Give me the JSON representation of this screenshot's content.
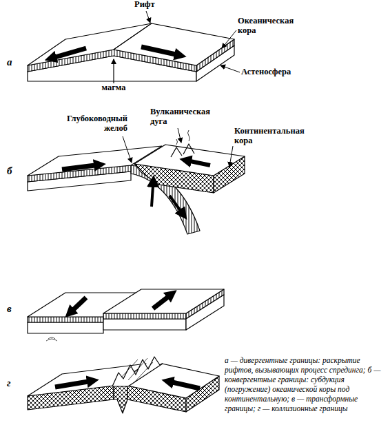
{
  "diagram": {
    "caption": "а — дивергентные границы: раскрытие рифтов, вызывающих процесс спрединга; б — конвергентные границы: субдукция (погружение) океанической коры под континентальную; в — трансформные границы; г — коллизионные границы",
    "labels": [
      "Рифт",
      "Океаническая кора",
      "а",
      "магма",
      "Астеносфера",
      "Глубоководный желоб",
      "Вулканическая дуга",
      "Континентальная кора",
      "б",
      "в",
      "г"
    ]
  }
}
